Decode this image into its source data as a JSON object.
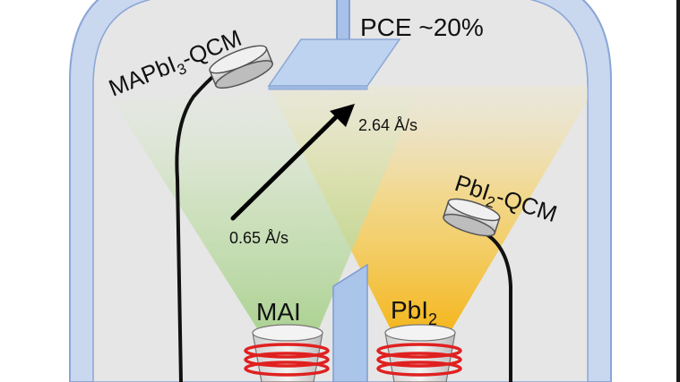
{
  "labels": {
    "pce": "PCE ~20%",
    "mapbi3_qcm": {
      "pre": "MAPbI",
      "sub": "3",
      "post": "-QCM"
    },
    "pbi2_qcm": {
      "pre": "PbI",
      "sub": "2",
      "post": "-QCM"
    },
    "rate_high": "2.64 Å/s",
    "rate_low": "0.65 Å/s",
    "source_mai": "MAI",
    "source_pbi2": {
      "pre": "PbI",
      "sub": "2"
    }
  },
  "colors": {
    "chamber_fill": "#e6e6e6",
    "chamber_wall": "#b4c7e7",
    "chamber_stroke": "#7f9ccf",
    "mai_plume": "#b5d89a",
    "pbi2_plume": "#f5c54a",
    "substrate": "#bdd3ef",
    "heater_coil": "#e02020",
    "arrow": "#000000"
  }
}
